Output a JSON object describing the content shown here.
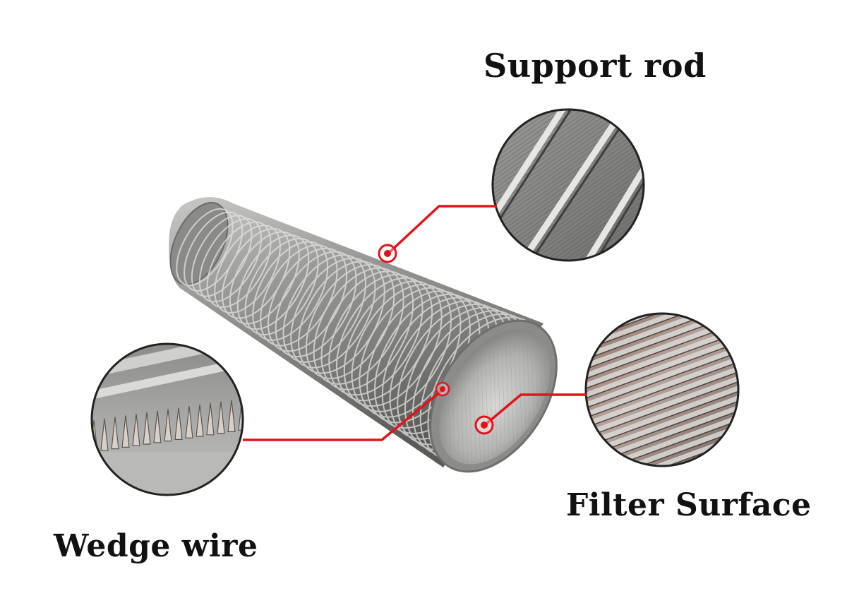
{
  "labels": {
    "support_rod": "Support rod",
    "filter_surface": "Filter Surface",
    "wedge_wire": "Wedge wire"
  },
  "colors": {
    "leader": "#e3131c",
    "steel_light": "#c9c9c7",
    "steel_mid": "#8e8e8c",
    "steel_dark": "#5a5a58",
    "text": "#111111",
    "background": "#ffffff"
  },
  "icons": {
    "marker": "target-marker-icon"
  }
}
